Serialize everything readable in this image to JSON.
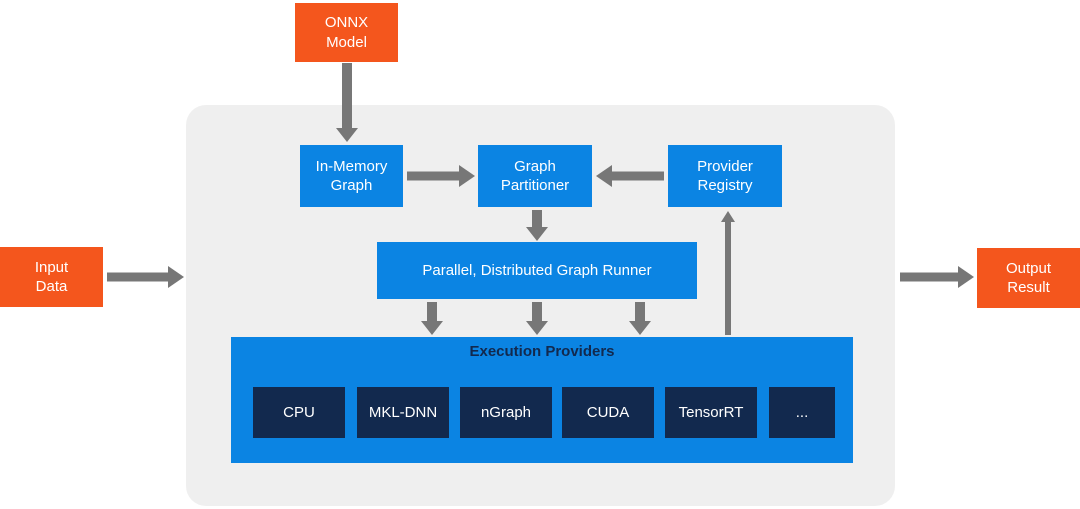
{
  "diagram": {
    "external": {
      "onnx_model": "ONNX\nModel",
      "input_data": "Input\nData",
      "output_result": "Output\nResult"
    },
    "runtime": {
      "in_memory_graph": "In-Memory\nGraph",
      "graph_partitioner": "Graph\nPartitioner",
      "provider_registry": "Provider\nRegistry",
      "graph_runner": "Parallel, Distributed Graph Runner",
      "execution_providers_title": "Execution Providers",
      "providers": [
        "CPU",
        "MKL-DNN",
        "nGraph",
        "CUDA",
        "TensorRT",
        "..."
      ]
    },
    "colors": {
      "orange": "#F4561D",
      "blue": "#0B84E3",
      "navy": "#12294E",
      "container_gray": "#EFEFEF",
      "arrow_gray": "#777777",
      "text_white": "#FFFFFF"
    }
  }
}
